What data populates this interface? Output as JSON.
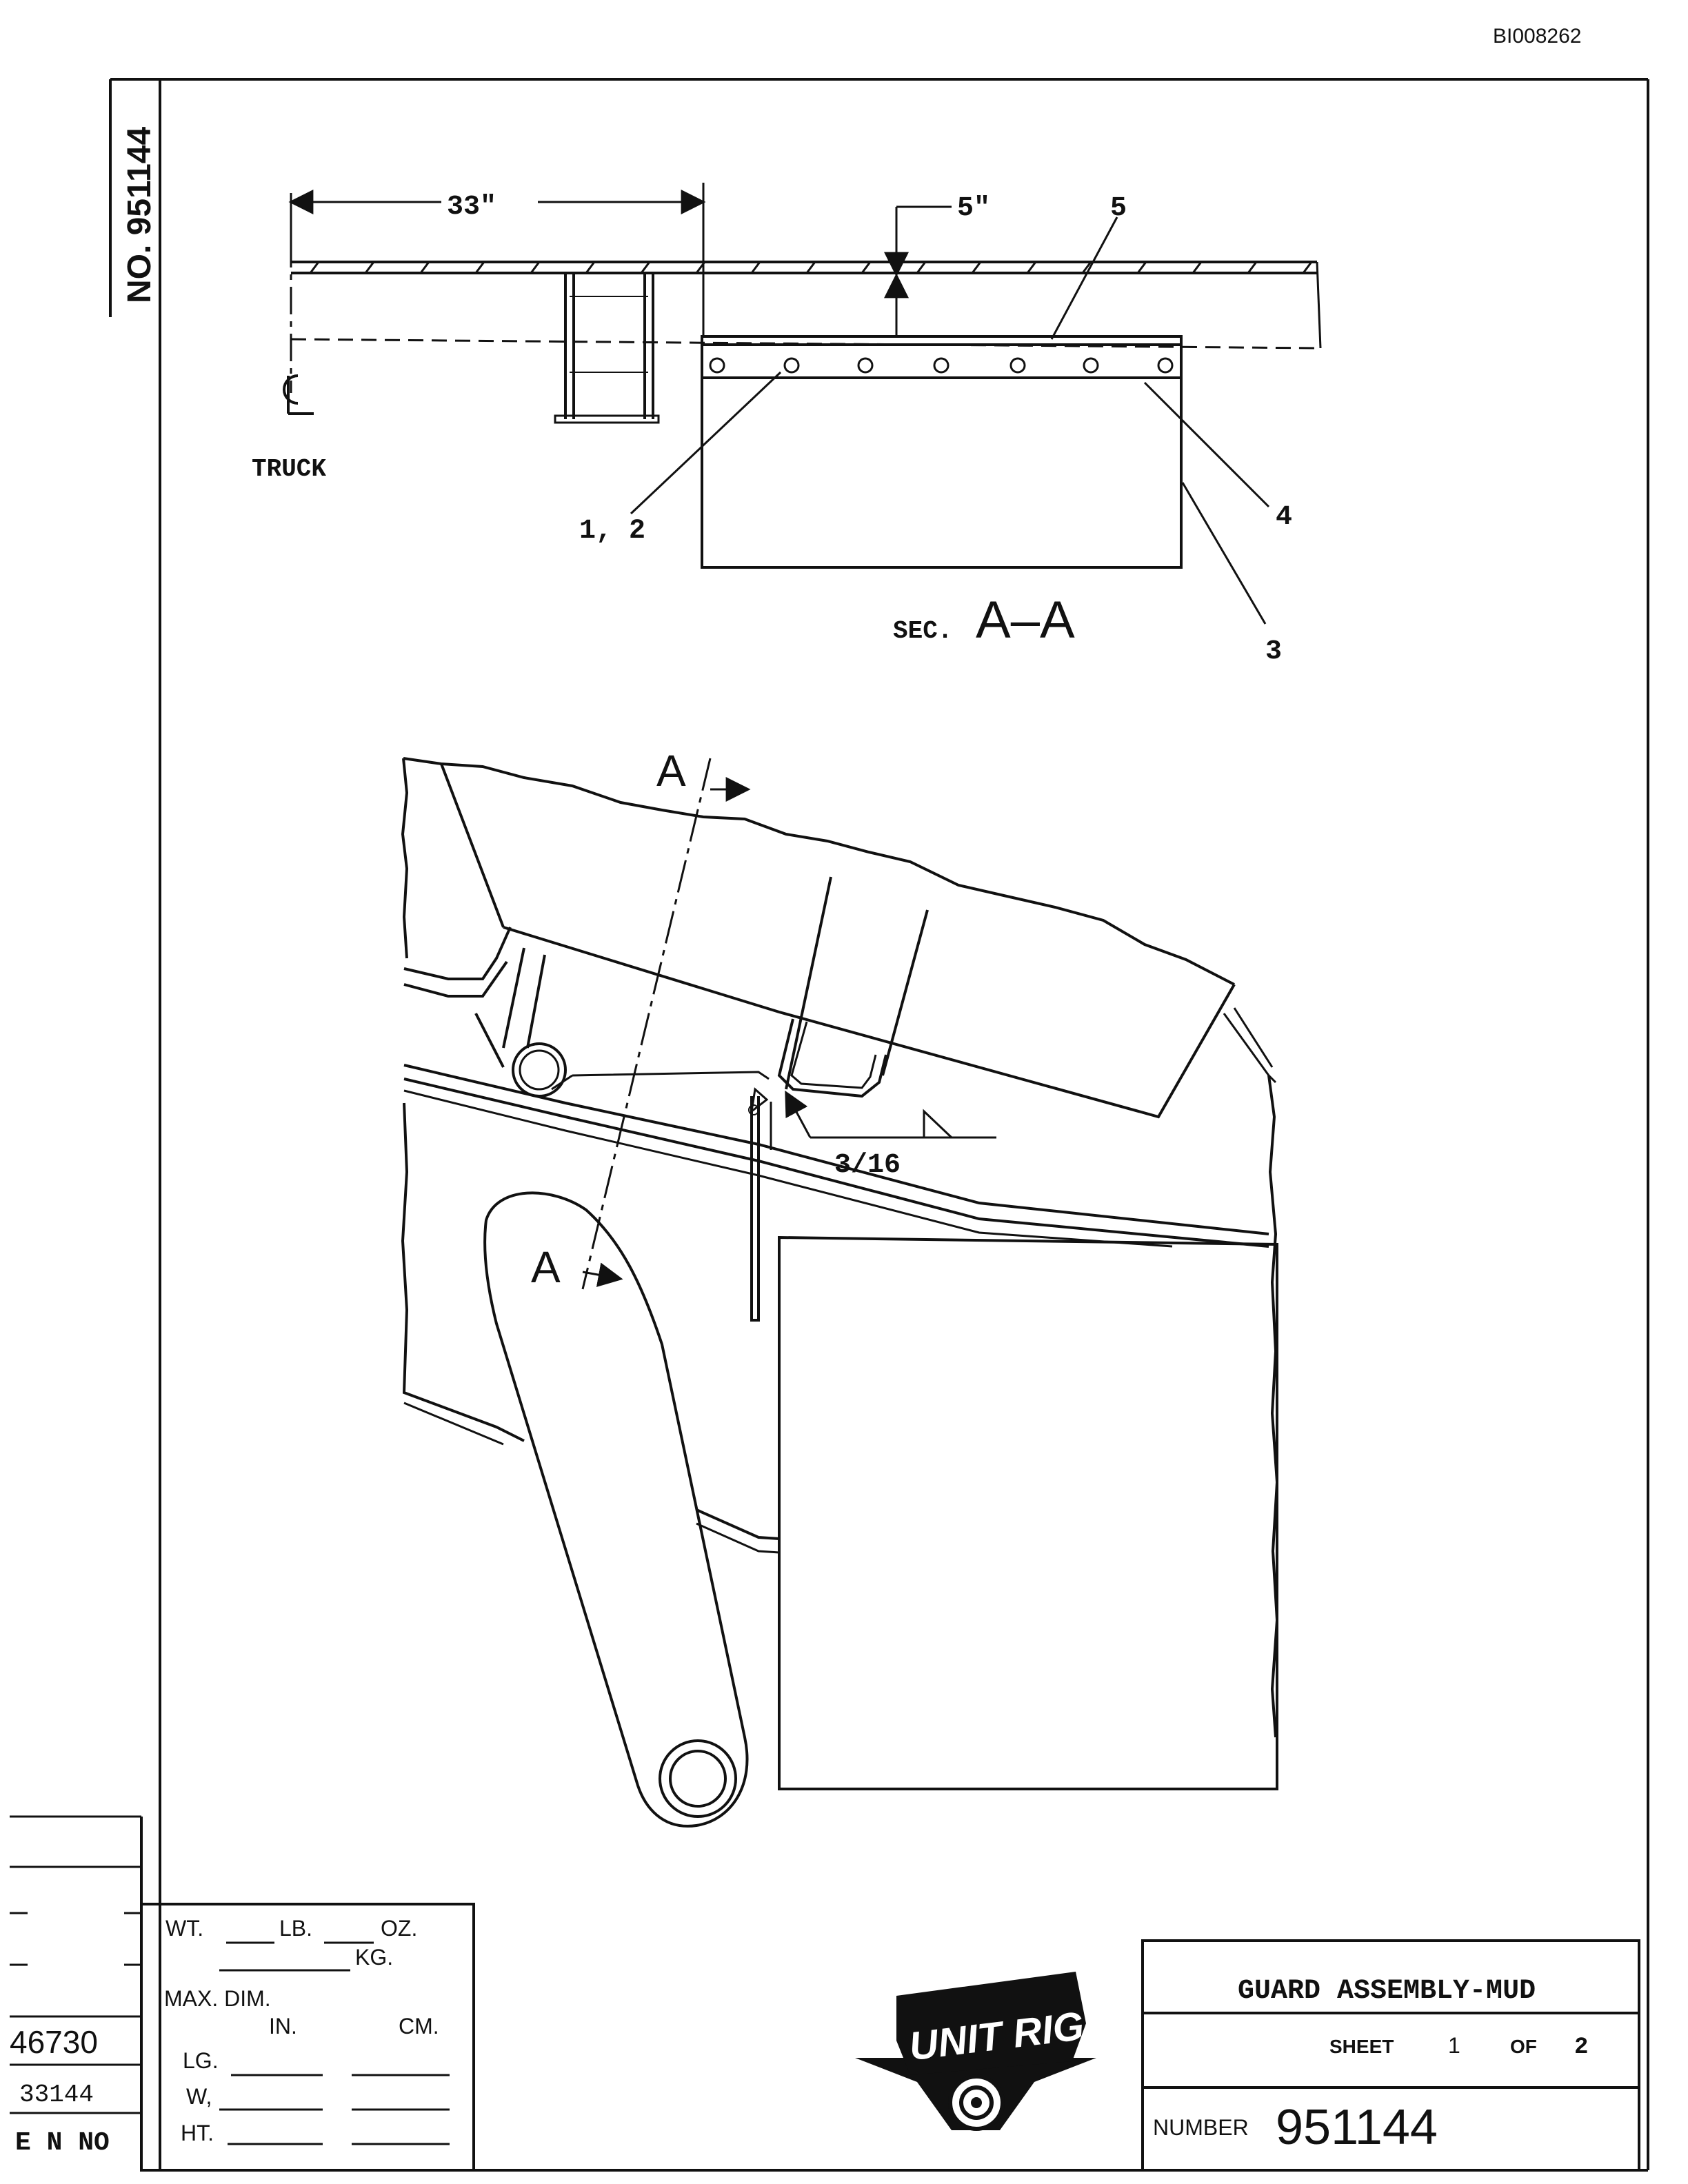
{
  "header": {
    "doc_id": "BI008262",
    "side_number": "NO. 951144"
  },
  "section_view": {
    "dim_width": "33\"",
    "dim_gap": "5\"",
    "label_truck": "TRUCK",
    "label_section": "SEC.",
    "section_letters": "A–A",
    "callouts": [
      "5",
      "4",
      "3",
      "1, 2"
    ]
  },
  "main_view": {
    "section_mark_top": "A",
    "section_mark_bottom": "A",
    "weld_size": "3/16"
  },
  "weight_block": {
    "wt": "WT.",
    "lb": "LB.",
    "oz": "OZ.",
    "kg": "KG.",
    "max_dim": "MAX. DIM.",
    "in": "IN.",
    "cm": "CM.",
    "lg": "LG.",
    "w": "W,",
    "ht": "HT."
  },
  "left_margin": {
    "number_1": "46730",
    "number_2": "33144",
    "label": "E N NO"
  },
  "logo": {
    "text": "UNIT RIG"
  },
  "title_block": {
    "title": "GUARD ASSEMBLY-MUD",
    "sheet_label": "SHEET",
    "sheet_number": "1",
    "of_label": "OF",
    "sheet_total": "2",
    "number_label": "NUMBER",
    "number_value": "951144"
  }
}
